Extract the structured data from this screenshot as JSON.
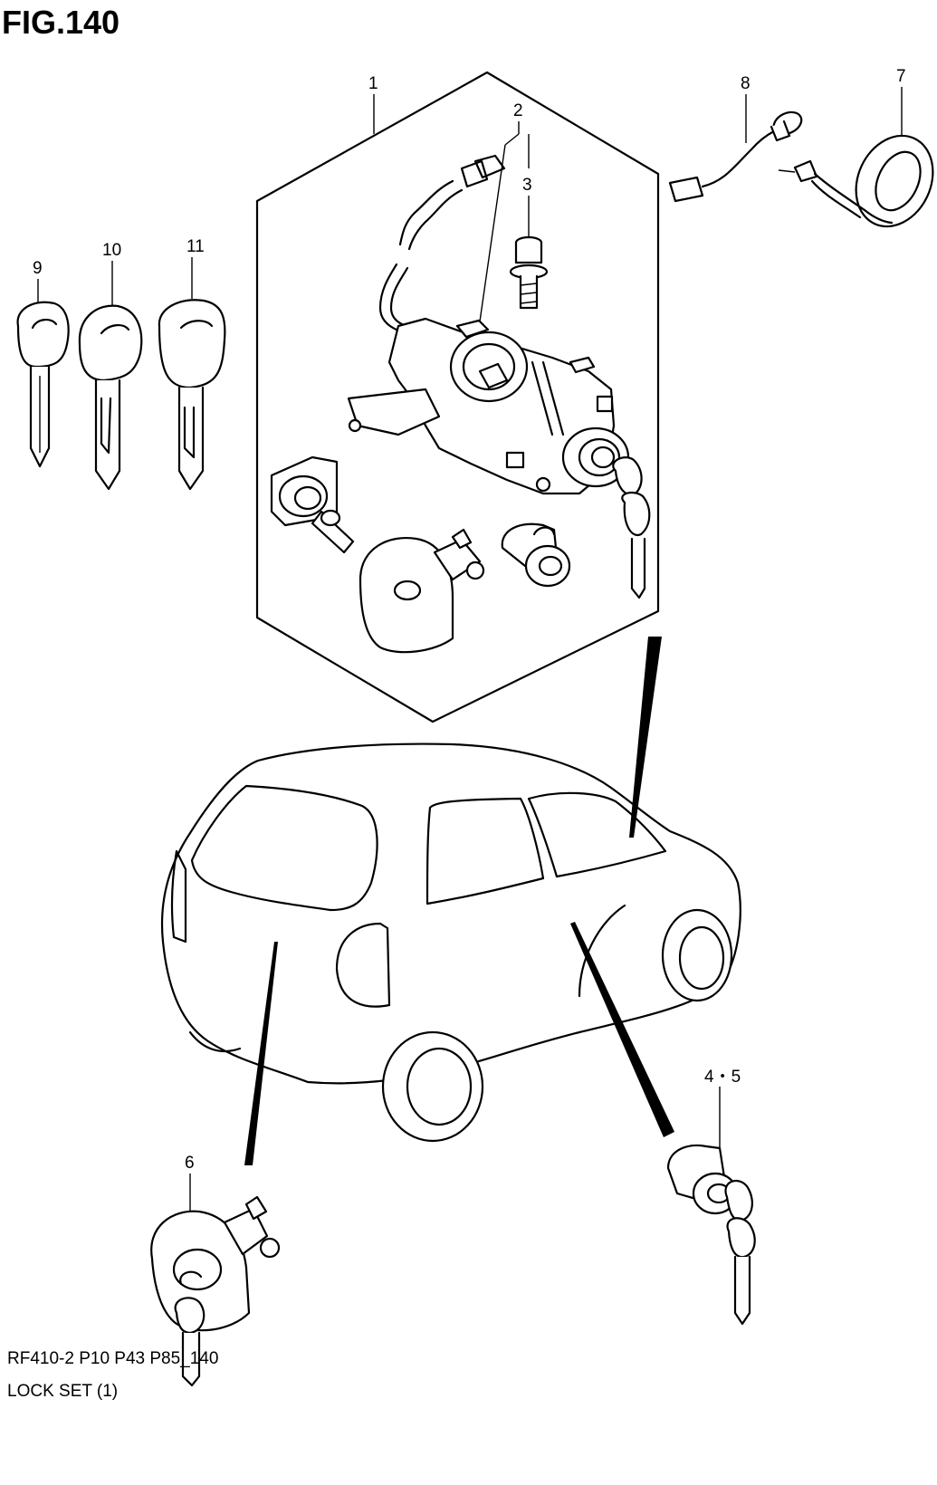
{
  "figure": {
    "title": "FIG.140",
    "code": "RF410-2 P10 P43 P85_140",
    "name": "LOCK SET (1)"
  },
  "callouts": [
    {
      "id": "1",
      "label": "1"
    },
    {
      "id": "2",
      "label": "2"
    },
    {
      "id": "3",
      "label": "3"
    },
    {
      "id": "4-5",
      "label": "4・5"
    },
    {
      "id": "6",
      "label": "6"
    },
    {
      "id": "7",
      "label": "7"
    },
    {
      "id": "8",
      "label": "8"
    },
    {
      "id": "9",
      "label": "9"
    },
    {
      "id": "10",
      "label": "10"
    },
    {
      "id": "11",
      "label": "11"
    }
  ]
}
